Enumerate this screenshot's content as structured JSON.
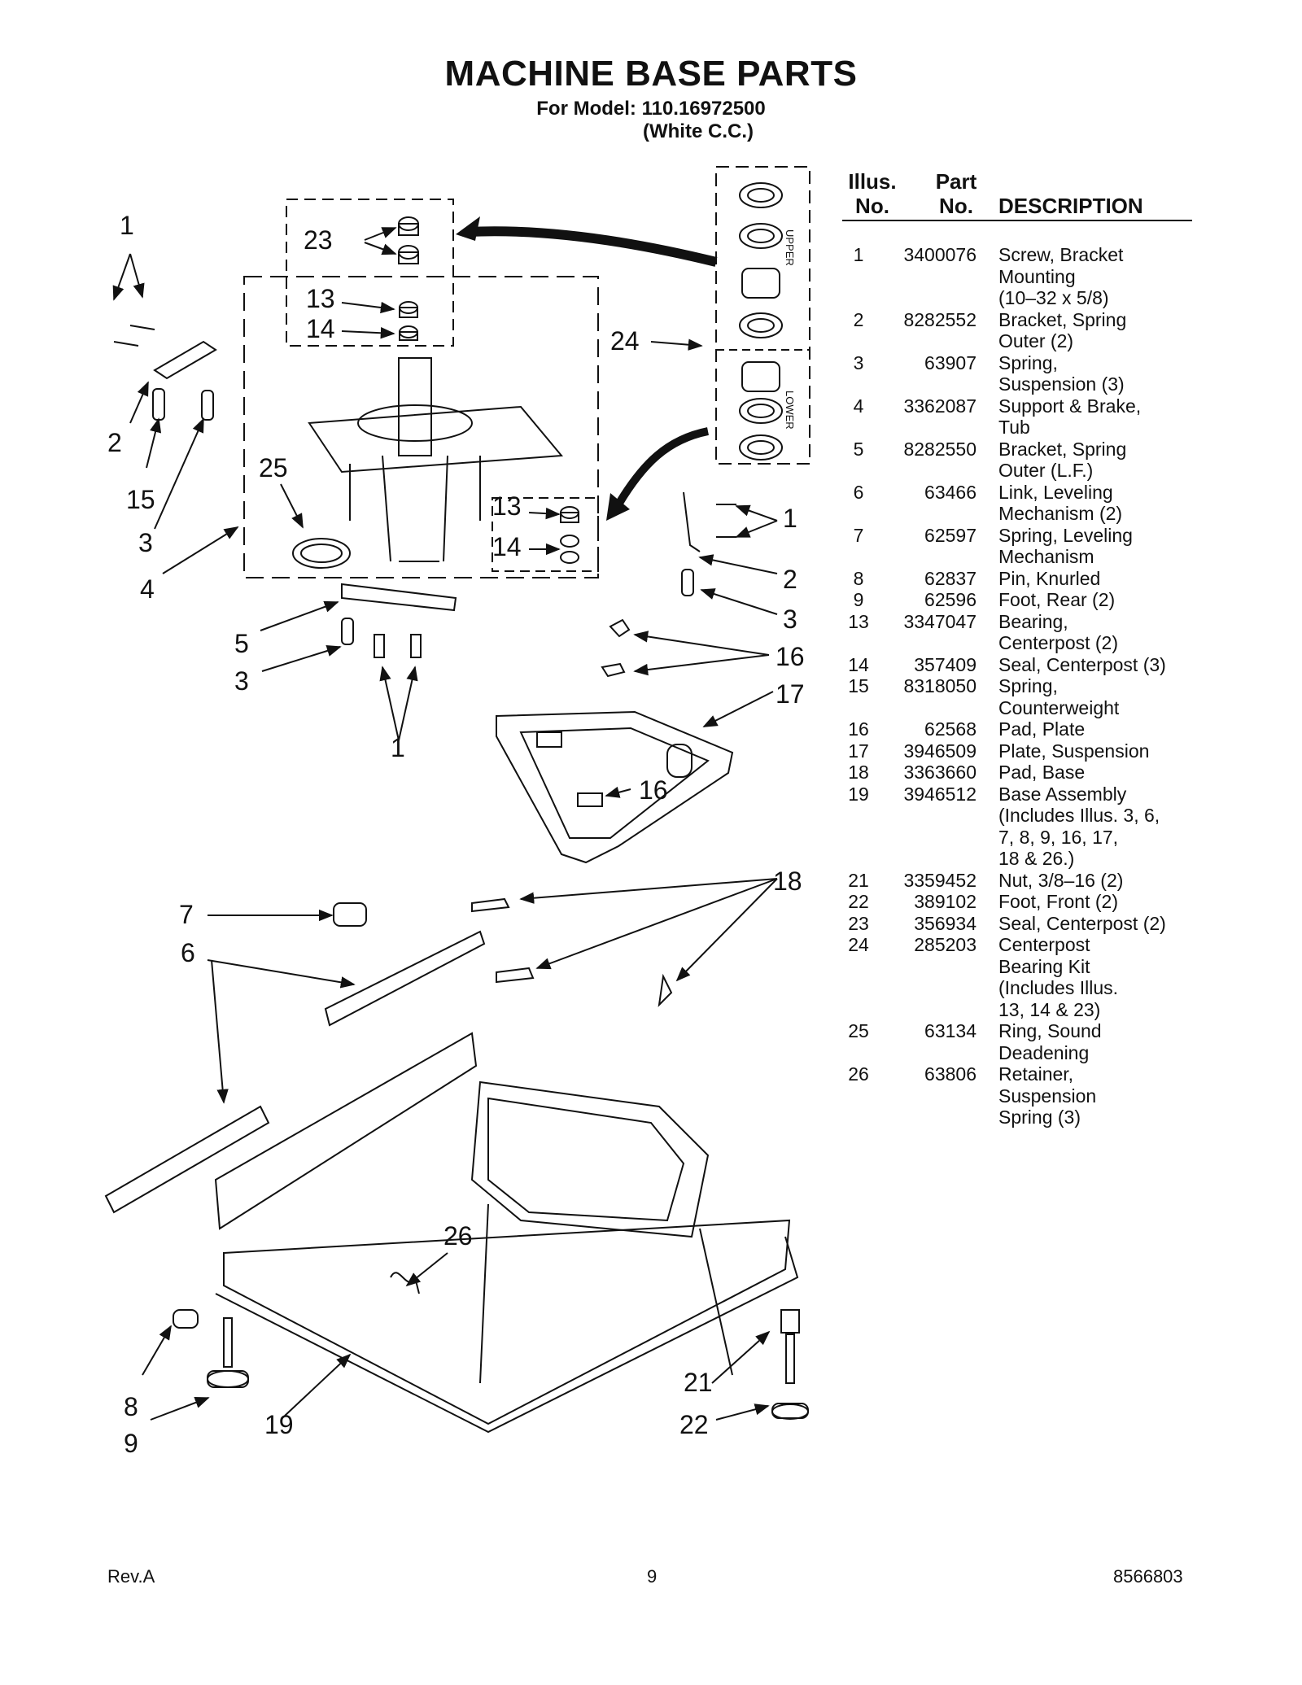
{
  "header": {
    "title": "MACHINE BASE PARTS",
    "model_line": "For Model: 110.16972500",
    "color_line": "(White C.C.)"
  },
  "diagram": {
    "callouts": [
      "1",
      "23",
      "13",
      "14",
      "24",
      "2",
      "25",
      "15",
      "3",
      "4",
      "13",
      "14",
      "1",
      "2",
      "3",
      "5",
      "3",
      "16",
      "17",
      "1",
      "16",
      "7",
      "18",
      "6",
      "26",
      "8",
      "9",
      "19",
      "21",
      "22"
    ],
    "kit_labels": {
      "upper": "UPPER",
      "lower": "LOWER"
    }
  },
  "parts_table": {
    "headers": {
      "illus_no": "Illus.\nNo.",
      "part_no": "Part\nNo.",
      "description": "DESCRIPTION"
    },
    "rows": [
      {
        "illus": "1",
        "part": "3400076",
        "desc": "Screw, Bracket\nMounting\n(10–32 x 5/8)"
      },
      {
        "illus": "2",
        "part": "8282552",
        "desc": "Bracket, Spring\nOuter (2)"
      },
      {
        "illus": "3",
        "part": "63907",
        "desc": "Spring,\nSuspension (3)"
      },
      {
        "illus": "4",
        "part": "3362087",
        "desc": "Support & Brake,\nTub"
      },
      {
        "illus": "5",
        "part": "8282550",
        "desc": "Bracket, Spring\nOuter (L.F.)"
      },
      {
        "illus": "6",
        "part": "63466",
        "desc": "Link, Leveling\nMechanism (2)"
      },
      {
        "illus": "7",
        "part": "62597",
        "desc": "Spring, Leveling\nMechanism"
      },
      {
        "illus": "8",
        "part": "62837",
        "desc": "Pin, Knurled"
      },
      {
        "illus": "9",
        "part": "62596",
        "desc": "Foot, Rear (2)"
      },
      {
        "illus": "13",
        "part": "3347047",
        "desc": "Bearing,\nCenterpost (2)"
      },
      {
        "illus": "14",
        "part": "357409",
        "desc": "Seal, Centerpost (3)"
      },
      {
        "illus": "15",
        "part": "8318050",
        "desc": "Spring,\nCounterweight"
      },
      {
        "illus": "16",
        "part": "62568",
        "desc": "Pad, Plate"
      },
      {
        "illus": "17",
        "part": "3946509",
        "desc": "Plate, Suspension"
      },
      {
        "illus": "18",
        "part": "3363660",
        "desc": "Pad, Base"
      },
      {
        "illus": "19",
        "part": "3946512",
        "desc": "Base Assembly\n(Includes Illus. 3, 6,\n7, 8, 9, 16, 17,\n18 & 26.)"
      },
      {
        "illus": "21",
        "part": "3359452",
        "desc": "Nut, 3/8–16 (2)"
      },
      {
        "illus": "22",
        "part": "389102",
        "desc": "Foot, Front (2)"
      },
      {
        "illus": "23",
        "part": "356934",
        "desc": "Seal, Centerpost (2)"
      },
      {
        "illus": "24",
        "part": "285203",
        "desc": "Centerpost\nBearing Kit\n(Includes Illus.\n13, 14 & 23)"
      },
      {
        "illus": "25",
        "part": "63134",
        "desc": "Ring, Sound\nDeadening"
      },
      {
        "illus": "26",
        "part": "63806",
        "desc": "Retainer,\nSuspension\nSpring (3)"
      }
    ]
  },
  "footer": {
    "revision": "Rev.A",
    "page": "9",
    "doc_number": "8566803"
  }
}
